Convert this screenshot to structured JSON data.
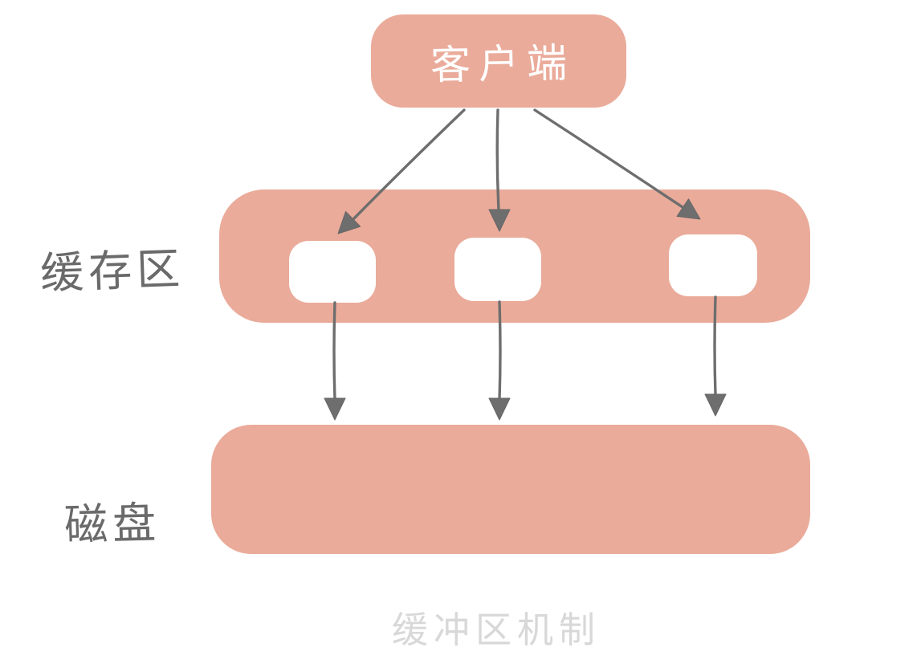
{
  "diagram": {
    "caption": "缓冲区机制",
    "nodes": {
      "client": {
        "label": "客户端",
        "shape": "rounded-rect",
        "fill": "#EAAB9A",
        "text_color": "#FFFFFF"
      },
      "cache": {
        "label": "缓存区",
        "shape": "rounded-band",
        "fill": "#EAAB9A",
        "buffer_slot_count": 3
      },
      "disk": {
        "label": "磁盘",
        "shape": "rounded-band",
        "fill": "#EAAB9A"
      }
    },
    "buffer_slots": [
      {
        "id": "buffer-slot-1",
        "fill": "#FFFFFF"
      },
      {
        "id": "buffer-slot-2",
        "fill": "#FFFFFF"
      },
      {
        "id": "buffer-slot-3",
        "fill": "#FFFFFF"
      }
    ],
    "edges": [
      {
        "from": "client",
        "to": "buffer-slot-1",
        "style": "hand-drawn-arrow"
      },
      {
        "from": "client",
        "to": "buffer-slot-2",
        "style": "hand-drawn-arrow"
      },
      {
        "from": "client",
        "to": "buffer-slot-3",
        "style": "hand-drawn-arrow"
      },
      {
        "from": "buffer-slot-1",
        "to": "disk",
        "style": "hand-drawn-arrow"
      },
      {
        "from": "buffer-slot-2",
        "to": "disk",
        "style": "hand-drawn-arrow"
      },
      {
        "from": "buffer-slot-3",
        "to": "disk",
        "style": "hand-drawn-arrow"
      }
    ],
    "colors": {
      "node_fill": "#EAAB9A",
      "node_text": "#FFFFFF",
      "side_label_text": "#6A6A6A",
      "arrow": "#6E6E6E",
      "caption_text": "#D8D8D8",
      "background": "#FFFFFF"
    }
  }
}
